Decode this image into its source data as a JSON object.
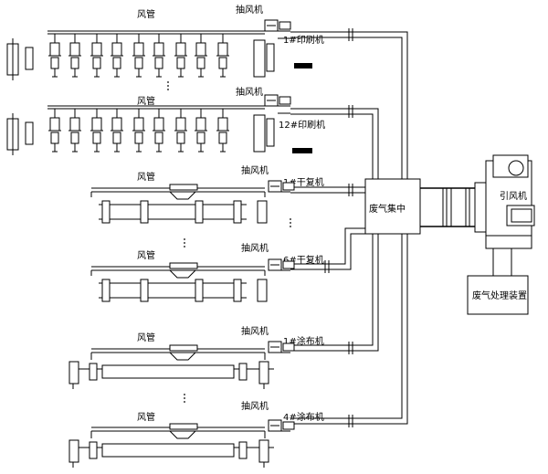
{
  "labels": {
    "duct": "风管",
    "exhaust_fan": "抽风机",
    "press_1": "1#印刷机",
    "press_12": "12#印刷机",
    "laminator_1": "1#干复机",
    "laminator_6": "6#干复机",
    "coater_1": "1#涂布机",
    "coater_4": "4#涂布机",
    "collection": "废气集中",
    "induced_fan": "引风机",
    "treatment": "废气处理装置"
  },
  "icons": {
    "machine_nameplate": "nameplate-icon",
    "ellipsis": "vertical-ellipsis-icon"
  }
}
